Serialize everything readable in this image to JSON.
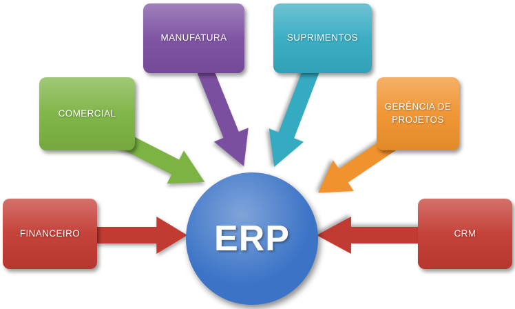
{
  "diagram": {
    "center": {
      "label": "ERP",
      "color": "#3b73c6"
    },
    "nodes": [
      {
        "id": "manufatura",
        "label": "MANUFATURA",
        "color": "#7b4fa0"
      },
      {
        "id": "suprimentos",
        "label": "SUPRIMENTOS",
        "color": "#35abc2"
      },
      {
        "id": "comercial",
        "label": "COMERCIAL",
        "color": "#7cb342"
      },
      {
        "id": "gerencia",
        "label": "GERÊNCIA DE PROJETOS",
        "color": "#f0922d"
      },
      {
        "id": "financeiro",
        "label": "FINANCEIRO",
        "color": "#c23b32"
      },
      {
        "id": "crm",
        "label": "CRM",
        "color": "#c23b32"
      }
    ]
  }
}
